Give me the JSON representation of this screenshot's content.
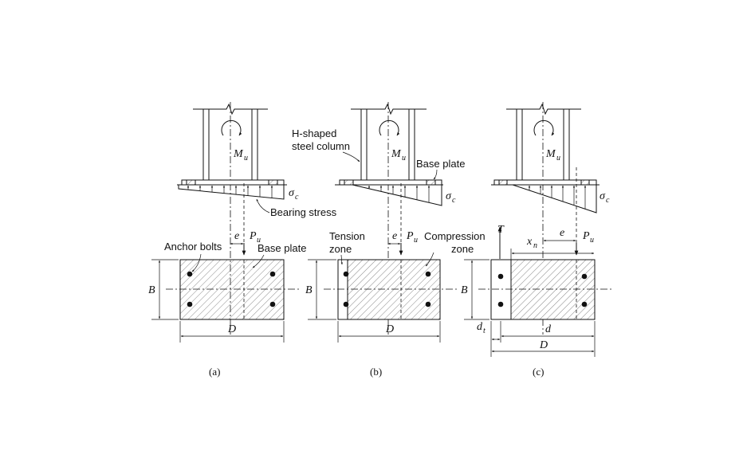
{
  "labels": {
    "anchor_bolts": "Anchor bolts",
    "base_plate": "Base plate",
    "bearing_stress": "Bearing stress",
    "h_column_1": "H-shaped",
    "h_column_2": "steel column",
    "tension_1": "Tension",
    "tension_2": "zone",
    "compression_1": "Compression",
    "compression_2": "zone"
  },
  "symbols": {
    "M": "M",
    "M_sub": "u",
    "P": "P",
    "P_sub": "u",
    "sigma": "σ",
    "sigma_sub": "c",
    "e": "e",
    "B": "B",
    "D": "D",
    "d": "d",
    "T": "T",
    "x": "x",
    "x_sub": "n",
    "dt": "d",
    "dt_sub": "t"
  },
  "captions": [
    "(a)",
    "(b)",
    "(c)"
  ]
}
